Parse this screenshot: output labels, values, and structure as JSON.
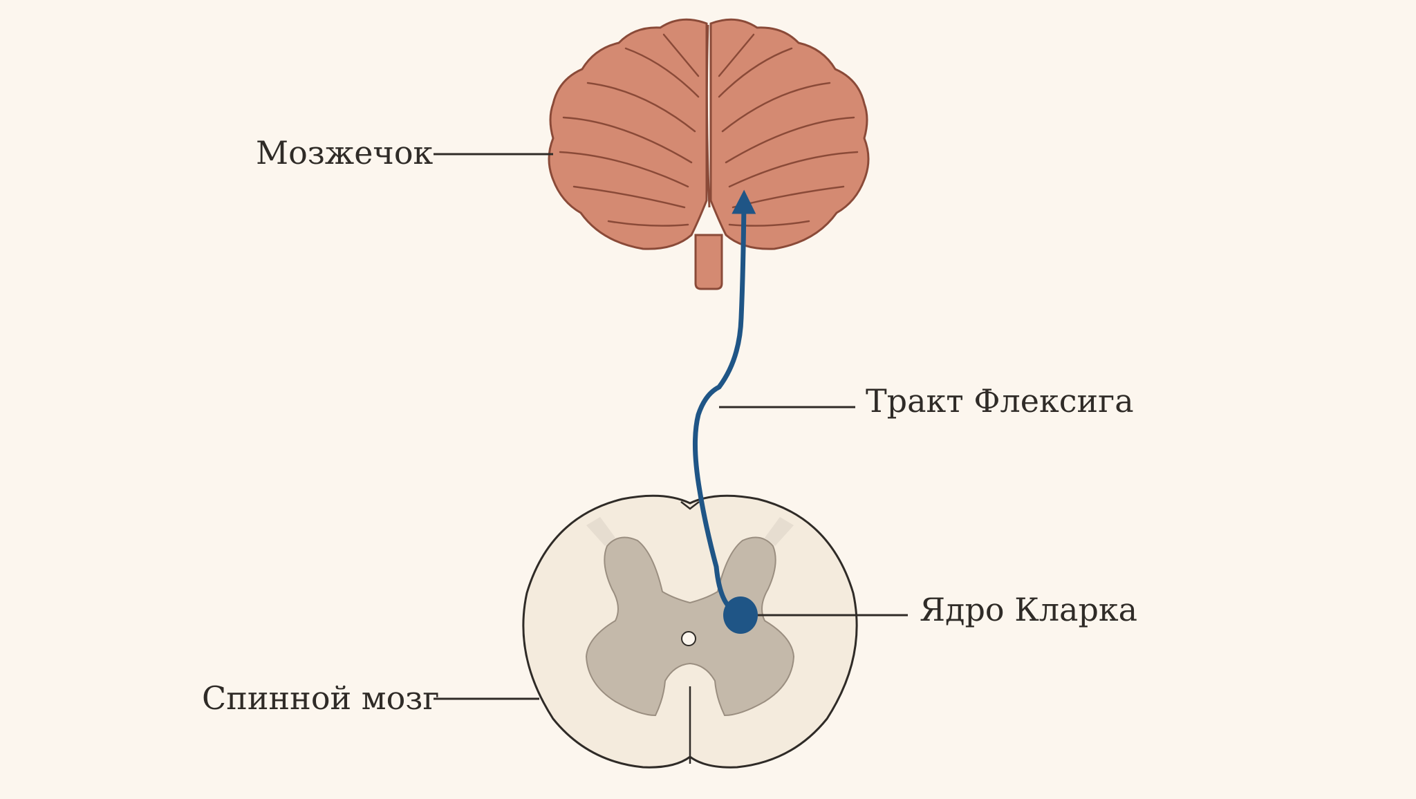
{
  "labels": {
    "cerebellum": "Мозжечок",
    "tract": "Тракт Флексига",
    "nucleus": "Ядро Кларка",
    "spinal_cord": "Спинной мозг"
  },
  "colors": {
    "background": "#fcf6ee",
    "cerebellum_fill": "#d48a72",
    "cerebellum_outline": "#8a4a38",
    "tract": "#1f5586",
    "cord_white_matter": "#f4ebdd",
    "cord_gray_matter": "#c4b9aa",
    "outline": "#2f2b27"
  }
}
